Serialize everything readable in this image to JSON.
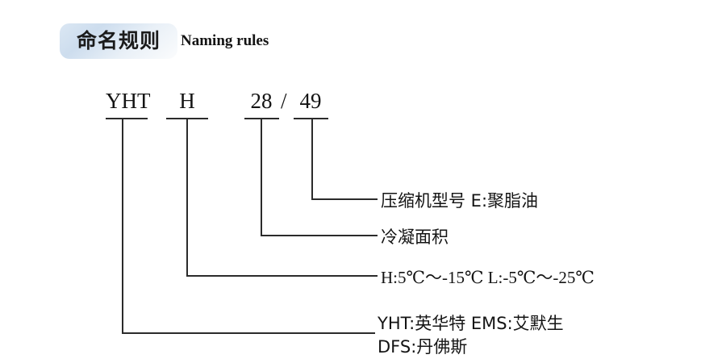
{
  "header": {
    "badge_title": "命名规则",
    "subtitle": "Naming rules",
    "badge_color": "#cdddee"
  },
  "model_code": {
    "segments": [
      {
        "text": "YHT",
        "name": "code-segment-yht"
      },
      {
        "text": "H",
        "name": "code-segment-h"
      },
      {
        "text": "28",
        "name": "code-segment-28"
      },
      {
        "text": "49",
        "name": "code-segment-49"
      }
    ],
    "separator": "/"
  },
  "callouts": [
    {
      "source": "49",
      "label": "压缩机型号 E:聚脂油",
      "label_line2": ""
    },
    {
      "source": "28",
      "label": "冷凝面积",
      "label_line2": ""
    },
    {
      "source": "H",
      "label": "H:5℃～-15℃  L:-5℃～-25℃",
      "label_line2": ""
    },
    {
      "source": "YHT",
      "label": "YHT:英华特  EMS:艾默生",
      "label_line2": "DFS:丹佛斯"
    }
  ],
  "footer": {
    "clipped_text": "​"
  }
}
